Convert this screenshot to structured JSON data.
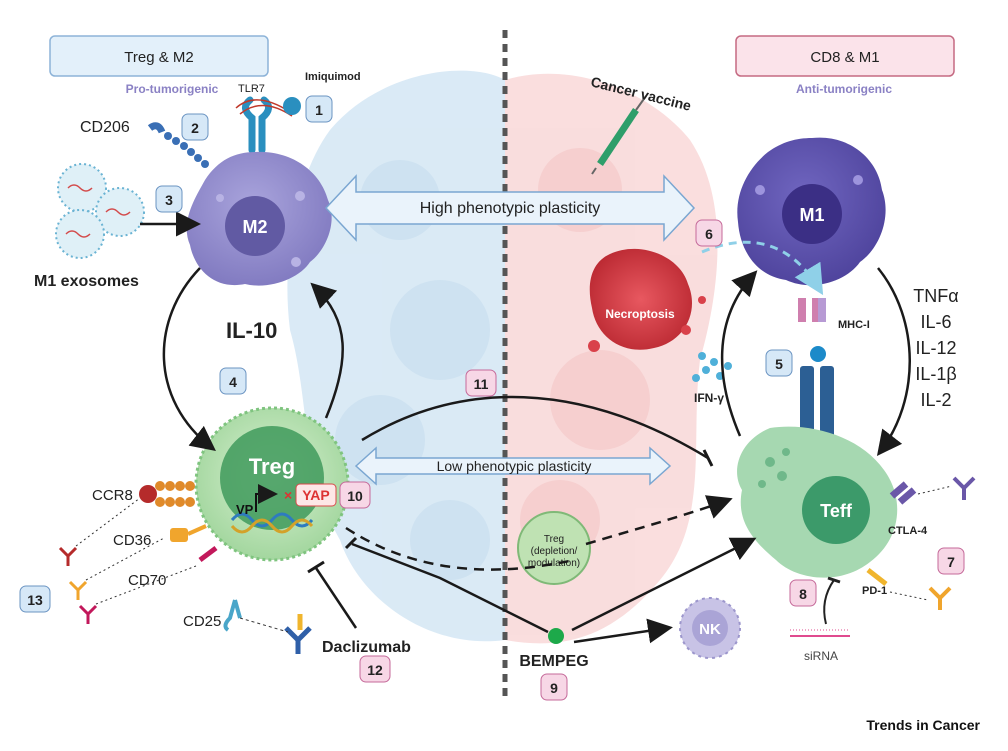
{
  "left_panel": {
    "title": "Treg & M2",
    "subtitle": "Pro-tumorigenic",
    "imiquimod": "Imiquimod",
    "tlr7": "TLR7",
    "cd206": "CD206",
    "m1_exosomes": "M1 exosomes",
    "m2": "M2",
    "il10": "IL-10",
    "treg": "Treg",
    "vp": "VP",
    "yap": "YAP",
    "ccr8": "CCR8",
    "cd36": "CD36",
    "cd70": "CD70",
    "cd25": "CD25",
    "daclizumab": "Daclizumab"
  },
  "right_panel": {
    "title": "CD8 & M1",
    "subtitle": "Anti-tumorigenic",
    "cancer_vaccine": "Cancer vaccine",
    "m1": "M1",
    "necroptosis": "Necroptosis",
    "mhc1": "MHC-I",
    "ifn": "IFN-γ",
    "cytokines": [
      "TNFα",
      "IL-6",
      "IL-12",
      "IL-1β",
      "IL-2"
    ],
    "teff": "Teff",
    "ctla4": "CTLA-4",
    "pd1": "PD-1",
    "sirna": "siRNA",
    "nk": "NK"
  },
  "center": {
    "high_plasticity": "High phenotypic plasticity",
    "low_plasticity": "Low phenotypic plasticity",
    "treg_depletion": [
      "Treg",
      "(depletion/",
      "modulation)"
    ],
    "bempeg": "BEMPEG"
  },
  "badges": [
    "1",
    "2",
    "3",
    "4",
    "5",
    "6",
    "7",
    "8",
    "9",
    "10",
    "11",
    "12",
    "13"
  ],
  "footer": {
    "journal": "Trends in Cancer"
  },
  "colors": {
    "blue_badge": "#d6e8f7",
    "pink_badge": "#f7d7e6",
    "m2_purple": "#8c86c9",
    "m1_purple": "#5a4fa8",
    "treg_green": "#b8e2b2",
    "teff_green": "#8fcca0",
    "necro_red": "#d9414a"
  }
}
